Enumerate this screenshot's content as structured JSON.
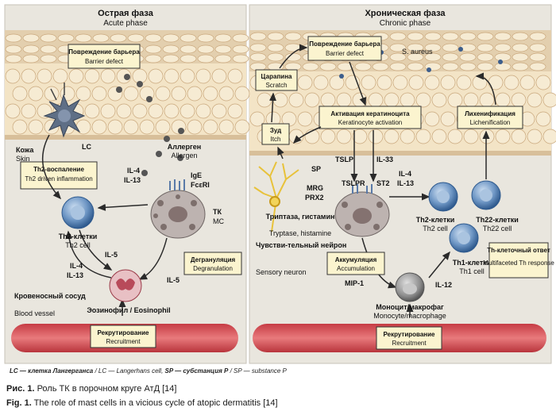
{
  "acute": {
    "title_ru": "Острая фаза",
    "title_en": "Acute phase",
    "barrier_ru": "Повреждение барьера",
    "barrier_en": "Barrier defect",
    "lc": "LC",
    "skin_ru": "Кожа",
    "skin_en": "Skin",
    "allergen_ru": "Аллерген",
    "allergen_en": "Allergen",
    "th2_infl_ru": "Th2-воспаление",
    "th2_infl_en": "Th2 driven inflammation",
    "il4": "IL-4",
    "il13": "IL-13",
    "ige": "IgE",
    "fceri": "FcεRI",
    "tk_ru": "ТК",
    "tk_en": "MC",
    "th2_cell_ru": "Th2-клетки",
    "th2_cell_en": "Th2 cell",
    "il5": "IL-5",
    "degran_ru": "Дегрануляция",
    "degran_en": "Degranulation",
    "il4b": "IL-4",
    "il13b": "IL-13",
    "il5b": "IL-5",
    "vessel_ru": "Кровеносный сосуд",
    "vessel_en": "Blood vessel",
    "eos": "Эозинофил / Eosinophil",
    "recruit_ru": "Рекрутирование",
    "recruit_en": "Recruitment"
  },
  "chronic": {
    "title_ru": "Хроническая фаза",
    "title_en": "Chronic phase",
    "saureus": "S. aureus",
    "barrier_ru": "Повреждение барьера",
    "barrier_en": "Barrier defect",
    "scratch_ru": "Царапина",
    "scratch_en": "Scratch",
    "kera_ru": "Активация кератиноцита",
    "kera_en": "Keratinocyte activation",
    "itch_ru": "Зуд",
    "itch_en": "Itch",
    "lichen_ru": "Лихенификация",
    "lichen_en": "Lichenification",
    "tslp": "TSLP",
    "il33": "IL-33",
    "sp": "SP",
    "mrg": "MRG",
    "prx2": "PRX2",
    "tslpr": "TSLPR",
    "st2": "ST2",
    "il4": "IL-4",
    "il13": "IL-13",
    "th2_cell_ru": "Th2-клетки",
    "th2_cell_en": "Th2 cell",
    "th22_cell_ru": "Th22-клетки",
    "th22_cell_en": "Th22 cell",
    "tryp_ru": "Триптаза, гистамин",
    "tryp_en": "Tryptase, histamine",
    "neuron_ru": "Чувстви-тельный нейрон",
    "neuron_en": "Sensory neuron",
    "accum_ru": "Аккумуляция",
    "accum_en": "Accumulation",
    "th1_cell_ru": "Th1-клетки",
    "th1_cell_en": "Th1 cell",
    "thresp_ru": "Th-клеточный ответ",
    "thresp_en": "Multifaceted Th response",
    "mip1": "MIP-1",
    "il12": "IL-12",
    "mono_ru": "Моноцит/макрофаг",
    "mono_en": "Monocyte/macrophage",
    "recruit_ru": "Рекрутирование",
    "recruit_en": "Recruitment"
  },
  "footnote": {
    "a": "LC — клетка Лангерганса",
    "b": " / LC — Langerhans cell, ",
    "c": "SP — субстанция P",
    "d": " / SP — substance P"
  },
  "caption": {
    "ru_label": "Рис. 1.",
    "ru_text": " Роль ТК в порочном круге АтД [14]",
    "en_label": "Fig. 1.",
    "en_text": " The role of mast cells in a vicious cycle of atopic dermatitis [14]"
  },
  "colors": {
    "panel": "#e8e5dd",
    "label_box": "#fbf4cf",
    "skin_top": "#e8d0ad",
    "cells": "#f4e6c8",
    "vessel": "#d4565a",
    "tcell": "#5a86b8",
    "eos": "#b84a5a",
    "mc": "#9a8a86"
  }
}
